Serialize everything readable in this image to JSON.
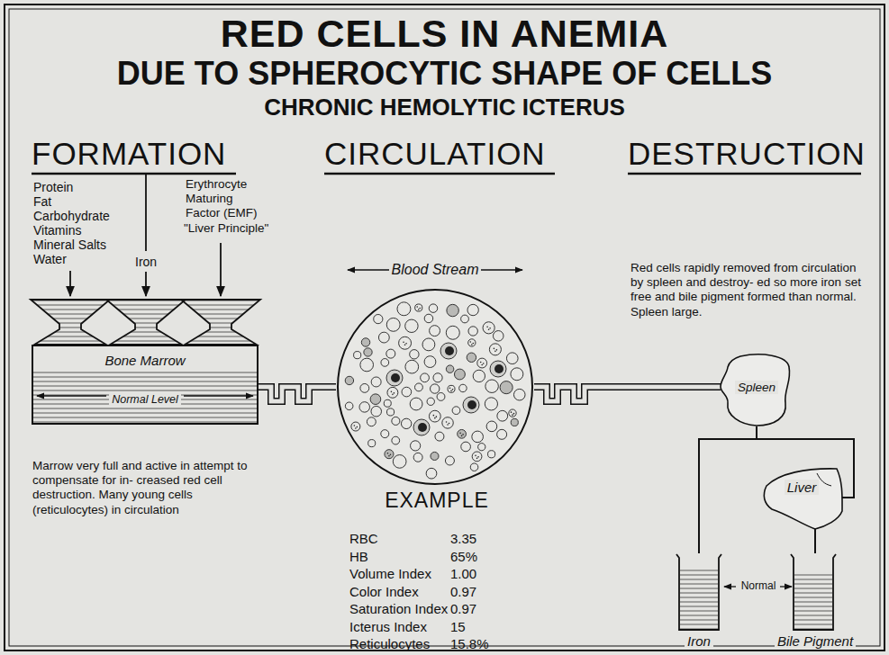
{
  "diagram": {
    "title": "RED CELLS IN ANEMIA",
    "nodes": [
      {
        "text": [
          "Bone Marrow",
          "Normal Level"
        ]
      },
      {
        "text": [
          "Blood Stream"
        ]
      },
      {
        "text": [
          "Spleen"
        ]
      },
      {
        "text": [
          "Liver"
        ]
      },
      {
        "text": [
          "Iron"
        ]
      },
      {
        "text": [
          "Bile Pigment"
        ]
      }
    ],
    "edges": [
      {
        "from": 0,
        "to": 1,
        "arrow": "none"
      },
      {
        "from": 1,
        "to": 2,
        "arrow": "none"
      },
      {
        "from": 2,
        "to": 4,
        "arrow": "none"
      },
      {
        "from": 2,
        "to": 3,
        "arrow": "none"
      },
      {
        "from": 3,
        "to": 5,
        "arrow": "none"
      }
    ],
    "labels": [
      "DUE TO SPHEROCYTIC SHAPE OF CELLS",
      "CHRONIC HEMOLYTIC ICTERUS",
      "FORMATION",
      "CIRCULATION",
      "DESTRUCTION",
      "Protein",
      "Fat",
      "Carbohydrate",
      "Vitamins",
      "Mineral Salts",
      "Water",
      "Iron",
      "Erythrocyte Maturing Factor (EMF)",
      "\"Liver Principle\"",
      "Marrow very full and active in attempt to compensate for in- creased red cell destruction. Many young cells (reticulocytes) in circulation",
      "EXAMPLE",
      "RBC",
      "3.35",
      "HB",
      "65%",
      "Volume Index",
      "1.00",
      "Color Index",
      "0.97",
      "Saturation Index",
      "0.97",
      "Icterus Index",
      "15",
      "Reticulocytes",
      "15.8%",
      "Red cells rapidly removed from circulation by spleen and destroy- ed so more iron set free and bile pigment formed than normal. Spleen large.",
      "Normal"
    ]
  }
}
